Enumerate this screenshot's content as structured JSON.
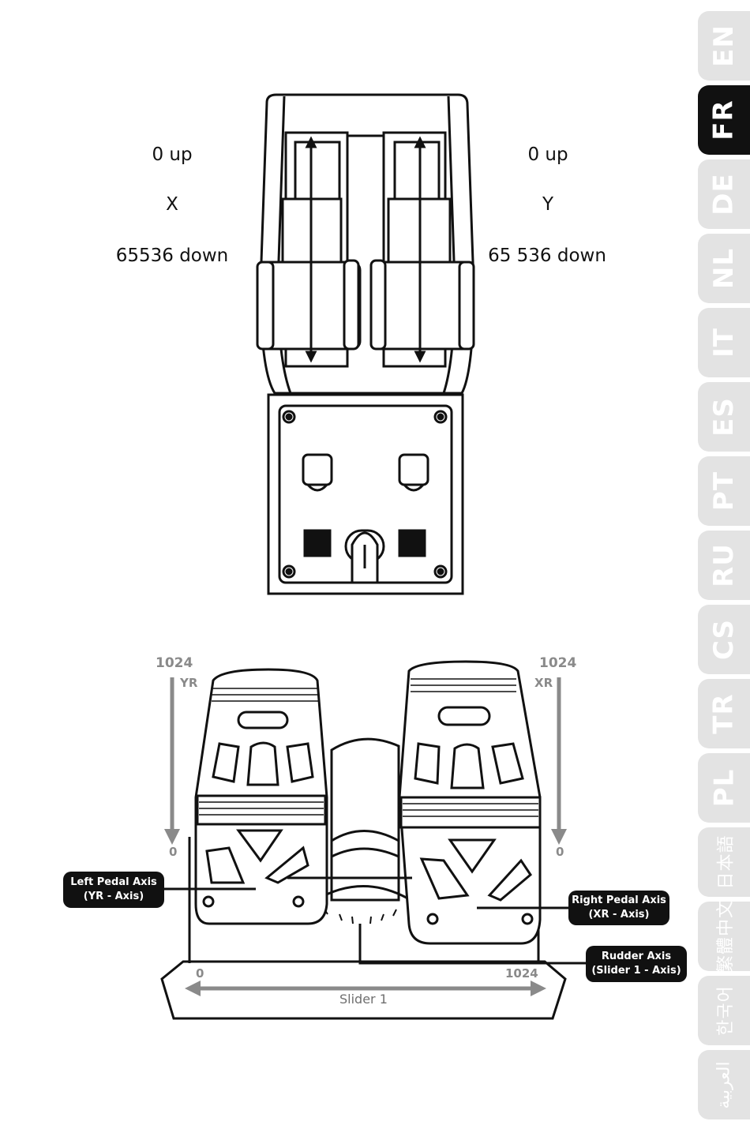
{
  "languages": [
    {
      "code": "EN",
      "active": false,
      "cjk": false
    },
    {
      "code": "FR",
      "active": true,
      "cjk": false
    },
    {
      "code": "DE",
      "active": false,
      "cjk": false
    },
    {
      "code": "NL",
      "active": false,
      "cjk": false
    },
    {
      "code": "IT",
      "active": false,
      "cjk": false
    },
    {
      "code": "ES",
      "active": false,
      "cjk": false
    },
    {
      "code": "PT",
      "active": false,
      "cjk": false
    },
    {
      "code": "RU",
      "active": false,
      "cjk": false
    },
    {
      "code": "CS",
      "active": false,
      "cjk": false
    },
    {
      "code": "TR",
      "active": false,
      "cjk": false
    },
    {
      "code": "PL",
      "active": false,
      "cjk": false
    },
    {
      "code": "日本語",
      "active": false,
      "cjk": true
    },
    {
      "code": "繁體中文",
      "active": false,
      "cjk": true
    },
    {
      "code": "한국어",
      "active": false,
      "cjk": true
    },
    {
      "code": "العربية",
      "active": false,
      "cjk": true
    }
  ],
  "throttle": {
    "left": {
      "top": "0 up",
      "axis": "X",
      "bottom": "65536 down"
    },
    "right": {
      "top": "0 up",
      "axis": "Y",
      "bottom": "65 536 down"
    }
  },
  "pedals": {
    "left_max": "1024",
    "left_axis": "YR",
    "left_min": "0",
    "right_max": "1024",
    "right_axis": "XR",
    "right_min": "0",
    "slider_min": "0",
    "slider_max": "1024",
    "slider_label": "Slider 1",
    "callouts": {
      "left": {
        "line1": "Left Pedal Axis",
        "line2": "(YR - Axis)"
      },
      "right": {
        "line1": "Right Pedal Axis",
        "line2": "(XR - Axis)"
      },
      "rudder": {
        "line1": "Rudder Axis",
        "line2": "(Slider 1 - Axis)"
      }
    }
  }
}
